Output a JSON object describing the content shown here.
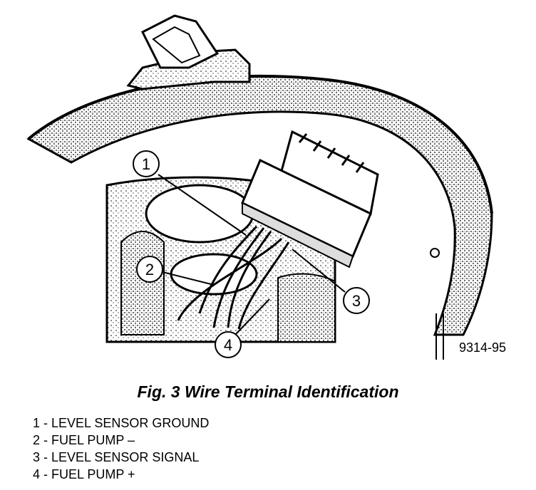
{
  "figure": {
    "code": "9314-95",
    "callouts": [
      {
        "number": "1"
      },
      {
        "number": "2"
      },
      {
        "number": "3"
      },
      {
        "number": "4"
      }
    ]
  },
  "caption": "Fig. 3 Wire Terminal Identification",
  "legend": [
    "1 - LEVEL SENSOR GROUND",
    "2 - FUEL PUMP –",
    "3 - LEVEL SENSOR SIGNAL",
    "4 - FUEL PUMP +"
  ]
}
